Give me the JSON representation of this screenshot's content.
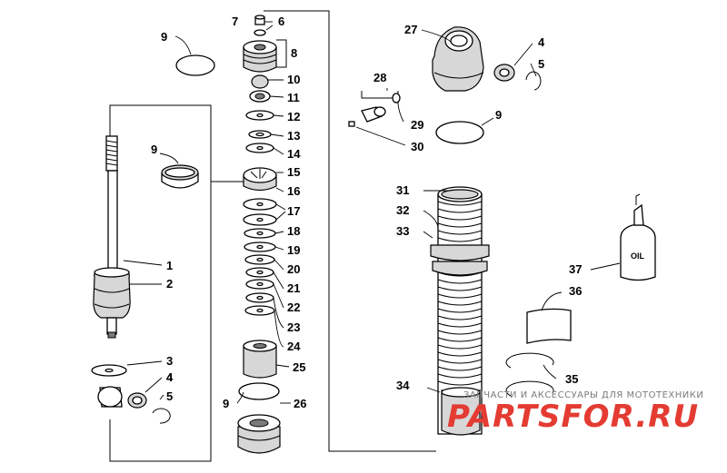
{
  "callouts": [
    {
      "id": "c1",
      "text": "1"
    },
    {
      "id": "c2",
      "text": "2"
    },
    {
      "id": "c3",
      "text": "3"
    },
    {
      "id": "c4",
      "text": "4"
    },
    {
      "id": "c5",
      "text": "5"
    },
    {
      "id": "c6",
      "text": "6"
    },
    {
      "id": "c7",
      "text": "7"
    },
    {
      "id": "c8",
      "text": "8"
    },
    {
      "id": "c9",
      "text": "9"
    },
    {
      "id": "c10",
      "text": "10"
    },
    {
      "id": "c11",
      "text": "11"
    },
    {
      "id": "c12",
      "text": "12"
    },
    {
      "id": "c13",
      "text": "13"
    },
    {
      "id": "c14",
      "text": "14"
    },
    {
      "id": "c15",
      "text": "15"
    },
    {
      "id": "c16",
      "text": "16"
    },
    {
      "id": "c17",
      "text": "17"
    },
    {
      "id": "c18",
      "text": "18"
    },
    {
      "id": "c19",
      "text": "19"
    },
    {
      "id": "c20",
      "text": "20"
    },
    {
      "id": "c21",
      "text": "21"
    },
    {
      "id": "c22",
      "text": "22"
    },
    {
      "id": "c23",
      "text": "23"
    },
    {
      "id": "c24",
      "text": "24"
    },
    {
      "id": "c25",
      "text": "25"
    },
    {
      "id": "c26",
      "text": "26"
    },
    {
      "id": "c27",
      "text": "27"
    },
    {
      "id": "c28",
      "text": "28"
    },
    {
      "id": "c29",
      "text": "29"
    },
    {
      "id": "c30",
      "text": "30"
    },
    {
      "id": "c31",
      "text": "31"
    },
    {
      "id": "c32",
      "text": "32"
    },
    {
      "id": "c33",
      "text": "33"
    },
    {
      "id": "c34",
      "text": "34"
    },
    {
      "id": "c35",
      "text": "35"
    },
    {
      "id": "c36",
      "text": "36"
    },
    {
      "id": "c37",
      "text": "37"
    }
  ],
  "oil_label": "OIL",
  "watermark": {
    "tagline": "ЗАПЧАСТИ И АКСЕССУАРЫ ДЛЯ МОТОТЕХНИКИ",
    "brand": "PARTSFOR.RU"
  },
  "colors": {
    "watermark_red": "#e43b32",
    "watermark_gray": "#7a7a7a",
    "line": "#000000"
  }
}
